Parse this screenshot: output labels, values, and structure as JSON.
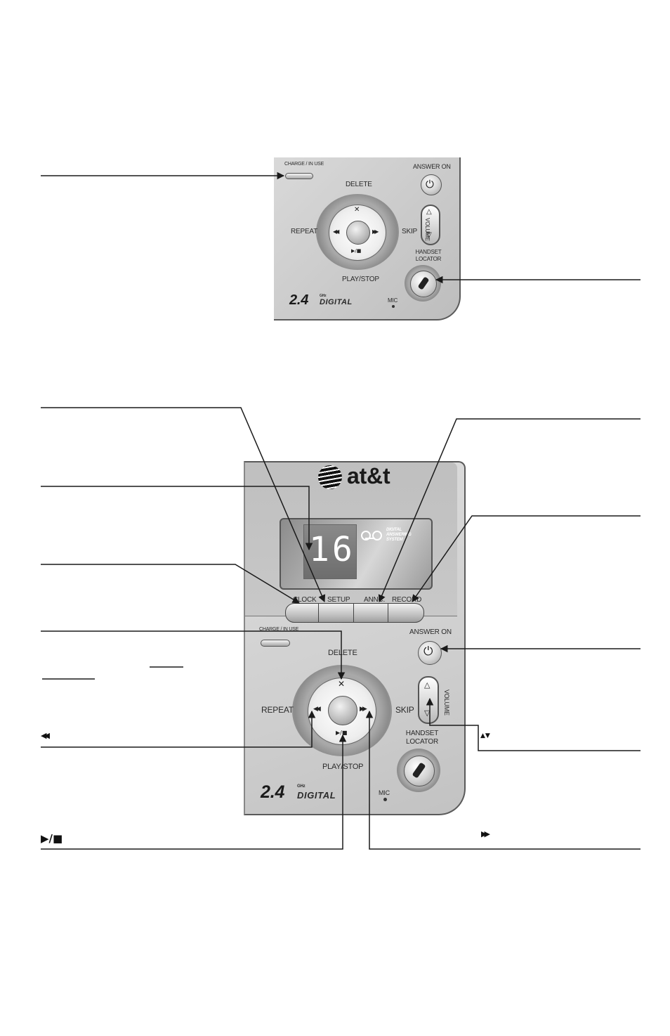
{
  "top_panel": {
    "charge_label": "CHARGE / IN USE",
    "answer_on_label": "ANSWER ON",
    "delete_label": "DELETE",
    "repeat_label": "REPEAT",
    "skip_label": "SKIP",
    "volume_label": "VOLUME",
    "play_stop_label": "PLAY/STOP",
    "handset_locator_label": "HANDSET LOCATOR",
    "mic_label": "MIC",
    "model_number": "2.4",
    "ghz_label": "GHz",
    "digital_label": "DIGITAL"
  },
  "main_panel": {
    "brand": "at&t",
    "display_digits": "16",
    "das_label": "DIGITAL ANSWERING SYSTEM",
    "buttons": [
      "CLOCK",
      "SETUP",
      "ANNC.",
      "RECORD"
    ],
    "charge_label": "CHARGE / IN USE",
    "answer_on_label": "ANSWER ON",
    "delete_label": "DELETE",
    "repeat_label": "REPEAT",
    "skip_label": "SKIP",
    "volume_label": "VOLUME",
    "play_stop_label": "PLAY/STOP",
    "handset_locator_label": "HANDSET LOCATOR",
    "mic_label": "MIC",
    "model_number": "2.4",
    "ghz_label": "GHz",
    "digital_label": "DIGITAL"
  },
  "glyphs": {
    "power": "⏻",
    "delete": "✕",
    "rewind": "◀◀",
    "forward": "▶▶",
    "play_stop": "▶/■",
    "vol_up": "△",
    "vol_down": "▽",
    "left_play_stop": "▶/■",
    "left_rewind": "◀◀",
    "right_forward": "▶▶",
    "right_updown": "▲▼"
  },
  "colors": {
    "panel": "#cfcfcf",
    "line": "#1a1a1a",
    "display_digits": "#ffffff"
  }
}
